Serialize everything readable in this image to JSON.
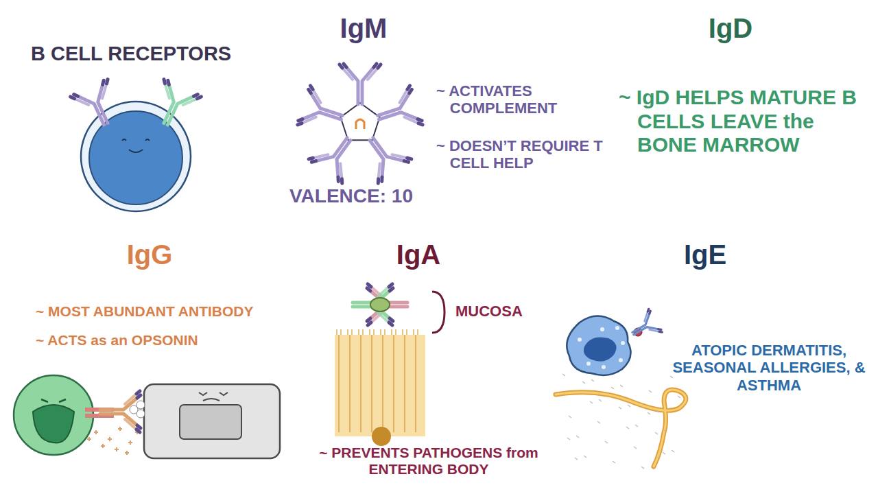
{
  "diagram": {
    "labels": [
      "B CELL RECEPTORS",
      "IgM",
      "~ ACTIVATES COMPLEMENT",
      "~ DOESN’T REQUIRE T CELL HELP",
      "VALENCE: 10",
      "IgD",
      "~ IgD HELPS MATURE B CELLS LEAVE the BONE MARROW",
      "IgG",
      "~ MOST ABUNDANT ANTIBODY",
      "~ ACTS as an OPSONIN",
      "IgA",
      "MUCOSA",
      "~ PREVENTS PATHOGENS from ENTERING BODY",
      "IgE",
      "ATOPIC DERMATITIS, SEASONAL ALLERGIES, & ASTHMA"
    ]
  }
}
